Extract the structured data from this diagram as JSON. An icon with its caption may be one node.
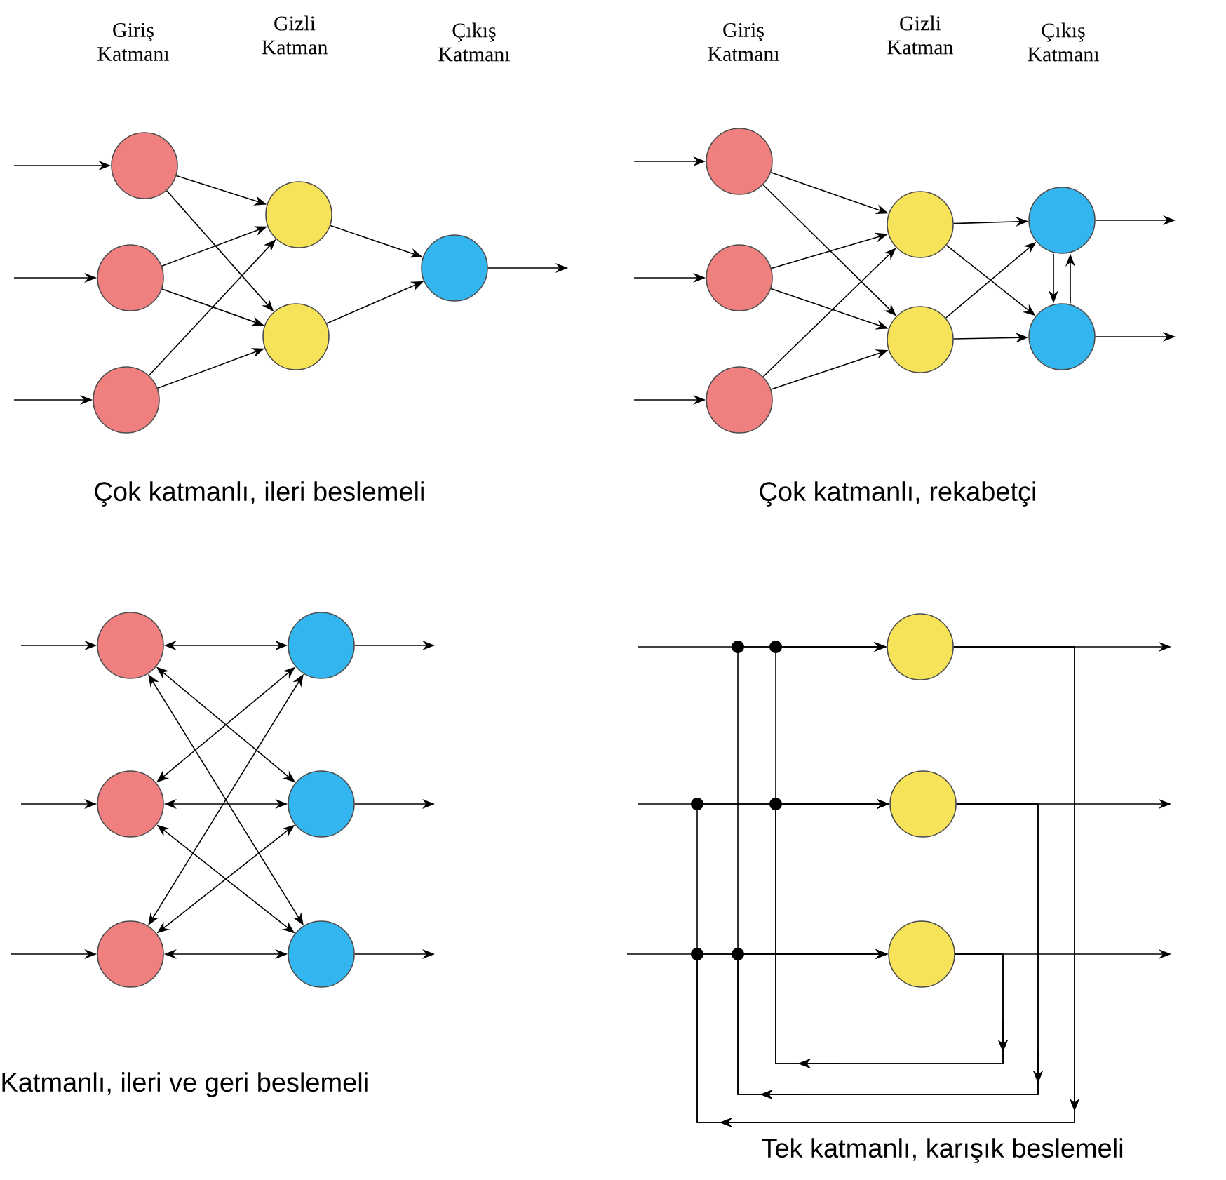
{
  "diagram": {
    "nodes": [
      {
        "text": [],
        "shape": "circle"
      },
      {
        "text": [],
        "shape": "circle"
      },
      {
        "text": [],
        "shape": "circle"
      },
      {
        "text": [],
        "shape": "circle"
      },
      {
        "text": [],
        "shape": "circle"
      },
      {
        "text": [],
        "shape": "circle"
      },
      {
        "text": [],
        "shape": "circle"
      },
      {
        "text": [],
        "shape": "circle"
      },
      {
        "text": [],
        "shape": "circle"
      },
      {
        "text": [],
        "shape": "circle"
      },
      {
        "text": [],
        "shape": "circle"
      },
      {
        "text": [],
        "shape": "circle"
      },
      {
        "text": [],
        "shape": "circle"
      },
      {
        "text": [],
        "shape": "circle"
      },
      {
        "text": [],
        "shape": "circle"
      },
      {
        "text": [],
        "shape": "circle"
      },
      {
        "text": [],
        "shape": "circle"
      },
      {
        "text": [],
        "shape": "circle"
      },
      {
        "text": [],
        "shape": "circle"
      },
      {
        "text": [],
        "shape": "circle"
      },
      {
        "text": [],
        "shape": "circle"
      },
      {
        "text": [],
        "shape": "circle"
      }
    ],
    "edges": [
      {
        "from": null,
        "to": 0,
        "arrow": "to"
      },
      {
        "from": null,
        "to": 1,
        "arrow": "to"
      },
      {
        "from": null,
        "to": 2,
        "arrow": "to"
      },
      {
        "from": 0,
        "to": 3,
        "arrow": "to"
      },
      {
        "from": 0,
        "to": 4,
        "arrow": "to"
      },
      {
        "from": 1,
        "to": 3,
        "arrow": "to"
      },
      {
        "from": 1,
        "to": 4,
        "arrow": "to"
      },
      {
        "from": 2,
        "to": 3,
        "arrow": "to"
      },
      {
        "from": 2,
        "to": 4,
        "arrow": "to"
      },
      {
        "from": 3,
        "to": 5,
        "arrow": "to"
      },
      {
        "from": 4,
        "to": 5,
        "arrow": "to"
      },
      {
        "from": 5,
        "to": null,
        "arrow": "to"
      },
      {
        "from": null,
        "to": 6,
        "arrow": "to"
      },
      {
        "from": null,
        "to": 7,
        "arrow": "to"
      },
      {
        "from": null,
        "to": 8,
        "arrow": "to"
      },
      {
        "from": 6,
        "to": 9,
        "arrow": "to"
      },
      {
        "from": 6,
        "to": 10,
        "arrow": "to"
      },
      {
        "from": 7,
        "to": 9,
        "arrow": "to"
      },
      {
        "from": 7,
        "to": 10,
        "arrow": "to"
      },
      {
        "from": 8,
        "to": 9,
        "arrow": "to"
      },
      {
        "from": 8,
        "to": 10,
        "arrow": "to"
      },
      {
        "from": 9,
        "to": 11,
        "arrow": "to"
      },
      {
        "from": 9,
        "to": 12,
        "arrow": "to"
      },
      {
        "from": 10,
        "to": 11,
        "arrow": "to"
      },
      {
        "from": 10,
        "to": 12,
        "arrow": "to"
      },
      {
        "from": 11,
        "to": 12,
        "arrow": "to"
      },
      {
        "from": 12,
        "to": 11,
        "arrow": "to"
      },
      {
        "from": 11,
        "to": null,
        "arrow": "to"
      },
      {
        "from": 12,
        "to": null,
        "arrow": "to"
      },
      {
        "from": null,
        "to": 13,
        "arrow": "to"
      },
      {
        "from": null,
        "to": 14,
        "arrow": "to"
      },
      {
        "from": null,
        "to": 15,
        "arrow": "to"
      },
      {
        "from": 13,
        "to": 16,
        "arrow": "both"
      },
      {
        "from": 13,
        "to": 17,
        "arrow": "both"
      },
      {
        "from": 13,
        "to": 18,
        "arrow": "both"
      },
      {
        "from": 14,
        "to": 16,
        "arrow": "both"
      },
      {
        "from": 14,
        "to": 17,
        "arrow": "both"
      },
      {
        "from": 14,
        "to": 18,
        "arrow": "both"
      },
      {
        "from": 15,
        "to": 16,
        "arrow": "both"
      },
      {
        "from": 15,
        "to": 17,
        "arrow": "both"
      },
      {
        "from": 15,
        "to": 18,
        "arrow": "both"
      },
      {
        "from": 16,
        "to": null,
        "arrow": "to"
      },
      {
        "from": 17,
        "to": null,
        "arrow": "to"
      },
      {
        "from": 18,
        "to": null,
        "arrow": "to"
      },
      {
        "from": null,
        "to": 19,
        "arrow": "to"
      },
      {
        "from": null,
        "to": 20,
        "arrow": "to"
      },
      {
        "from": null,
        "to": 21,
        "arrow": "to"
      },
      {
        "from": 19,
        "to": null,
        "arrow": "to"
      },
      {
        "from": 20,
        "to": null,
        "arrow": "to"
      },
      {
        "from": 21,
        "to": null,
        "arrow": "to"
      },
      {
        "from": 21,
        "to": 19,
        "arrow": "to"
      },
      {
        "from": 21,
        "to": 20,
        "arrow": "to"
      },
      {
        "from": 20,
        "to": 19,
        "arrow": "to"
      },
      {
        "from": 20,
        "to": 21,
        "arrow": "to"
      },
      {
        "from": 19,
        "to": 20,
        "arrow": "to"
      },
      {
        "from": 19,
        "to": 21,
        "arrow": "to"
      }
    ],
    "labels": [
      "Giriş Katmanı",
      "Gizli Katman",
      "Çıkış Katmanı",
      "Giriş Katmanı",
      "Gizli Katman",
      "Çıkış Katmanı",
      "Çok katmanlı, ileri beslemeli",
      "Çok katmanlı, rekabetçi",
      "Katmanlı, ileri ve geri beslemeli",
      "Tek katmanlı, karışık beslemeli"
    ]
  }
}
